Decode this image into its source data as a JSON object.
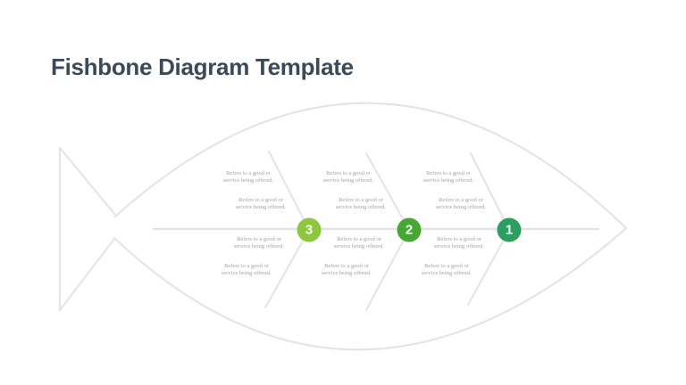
{
  "slide": {
    "title": "Fishbone Diagram Template"
  },
  "colors": {
    "title": "#3B4A5A",
    "outline": "#E3E3E3",
    "label": "#A3A3A3",
    "number": "#FFFFFF",
    "circle3": "#8DC63F",
    "circle2": "#47A733",
    "circle1": "#2D9E60"
  },
  "diagram": {
    "groups": [
      {
        "number": "3",
        "labels": [
          {
            "line1": "Refers to a good or",
            "line2": "service being offered."
          },
          {
            "line1": "Refers to a good or",
            "line2": "service being offered."
          },
          {
            "line1": "Refers to a good or",
            "line2": "service being offered."
          },
          {
            "line1": "Refers to a good or",
            "line2": "service being offered."
          }
        ]
      },
      {
        "number": "2",
        "labels": [
          {
            "line1": "Refers to a good or",
            "line2": "service being offered."
          },
          {
            "line1": "Refers to a good or",
            "line2": "service being offered."
          },
          {
            "line1": "Refers to a good or",
            "line2": "service being offered."
          },
          {
            "line1": "Refers to a good or",
            "line2": "service being offered."
          }
        ]
      },
      {
        "number": "1",
        "labels": [
          {
            "line1": "Refers to a good or",
            "line2": "service being offered."
          },
          {
            "line1": "Refers to a good or",
            "line2": "service being offered."
          },
          {
            "line1": "Refers to a good or",
            "line2": "service being offered."
          },
          {
            "line1": "Refers to a good or",
            "line2": "service being offered."
          }
        ]
      }
    ]
  }
}
